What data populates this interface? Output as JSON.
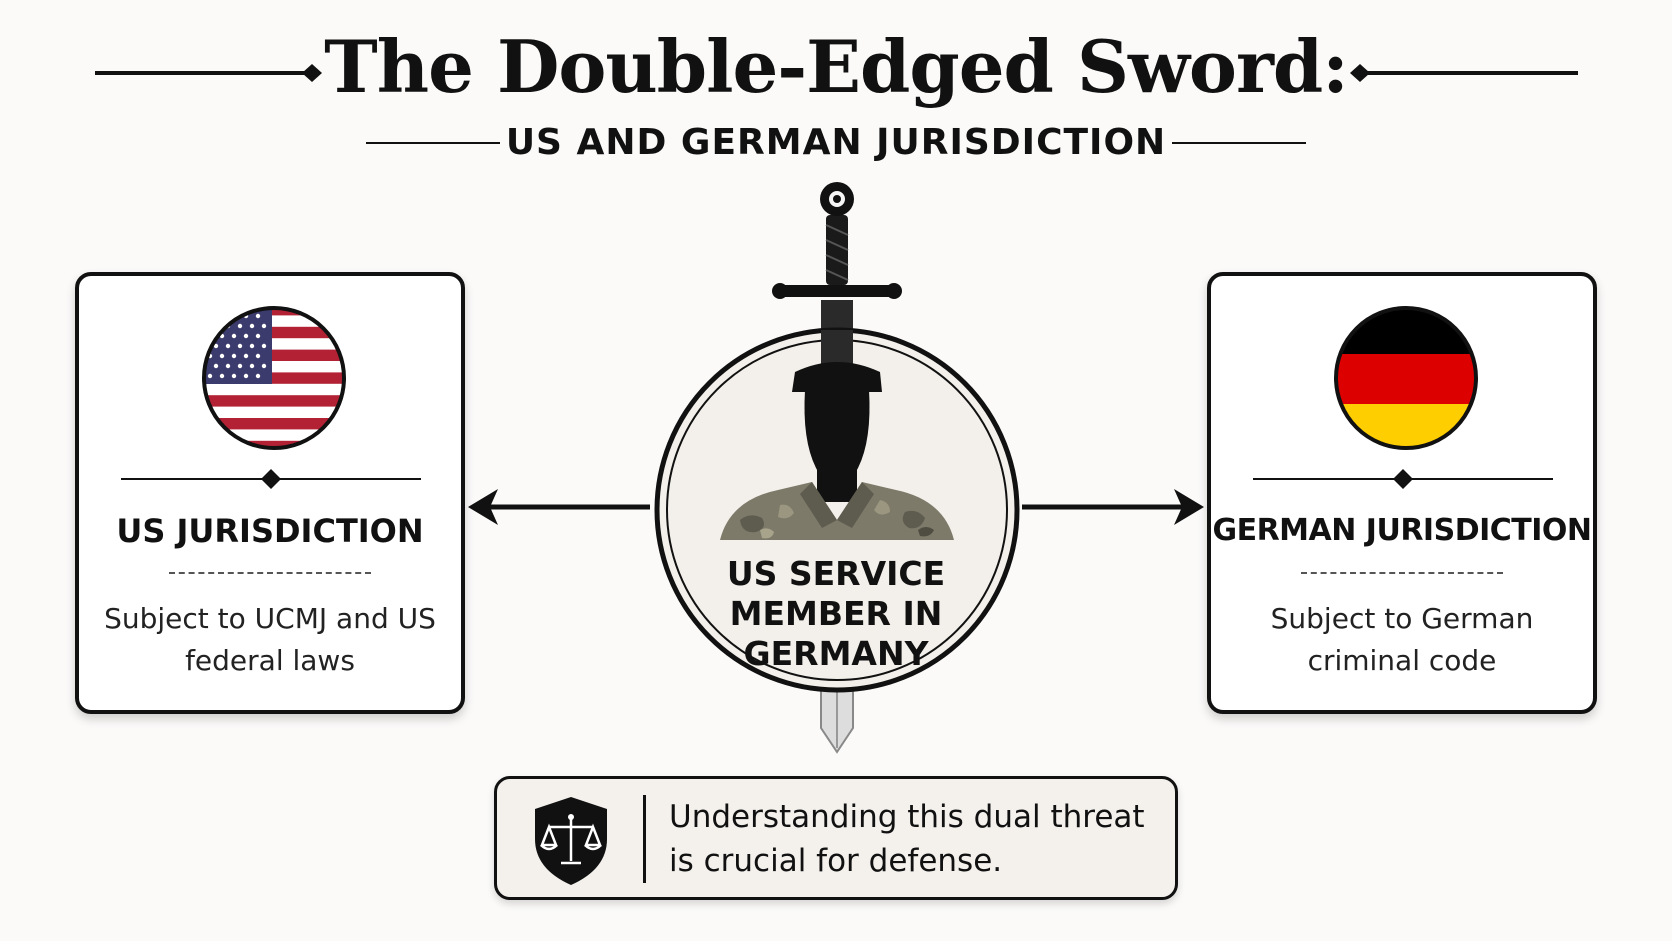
{
  "header": {
    "title": "The Double-Edged Sword:",
    "subtitle": "US AND GERMAN JURISDICTION"
  },
  "left_card": {
    "title": "US JURISDICTION",
    "body": "Subject to UCMJ and US federal laws",
    "flag_icon": "us-flag-icon"
  },
  "right_card": {
    "title": "GERMAN JURISDICTION",
    "body": "Subject to German criminal code",
    "flag_icon": "german-flag-icon"
  },
  "center": {
    "label": "US SERVICE MEMBER IN GERMANY",
    "icon": "soldier-silhouette-icon",
    "sword_icon": "sword-icon"
  },
  "note": {
    "text": "Understanding this dual threat is crucial for defense.",
    "icon": "justice-shield-icon"
  },
  "colors": {
    "ink": "#111111",
    "background": "#fbfaf9",
    "us_red": "#b22234",
    "us_blue": "#3c3b6e",
    "de_black": "#000000",
    "de_red": "#dd0000",
    "de_gold": "#ffce00",
    "camo": "#7d7a6a"
  }
}
